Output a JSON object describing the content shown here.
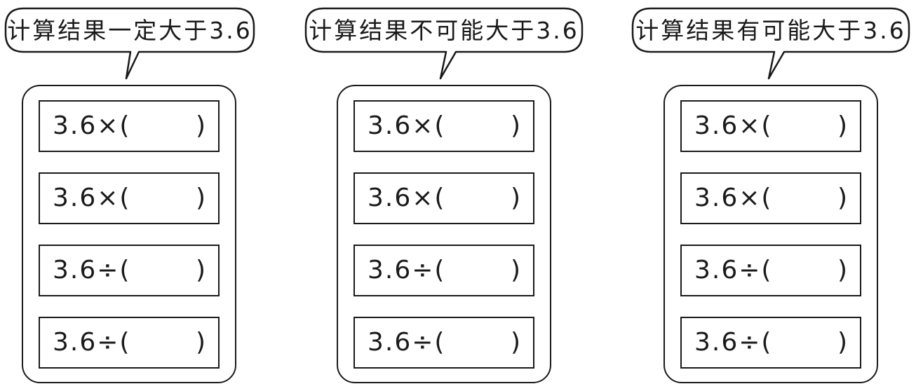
{
  "groups": [
    {
      "bubble_text": "计算结果一定大于3.6",
      "rows": [
        {
          "expression": "3.6×(",
          "close": ")"
        },
        {
          "expression": "3.6×(",
          "close": ")"
        },
        {
          "expression": "3.6÷(",
          "close": ")"
        },
        {
          "expression": "3.6÷(",
          "close": ")"
        }
      ]
    },
    {
      "bubble_text": "计算结果不可能大于3.6",
      "rows": [
        {
          "expression": "3.6×(",
          "close": ")"
        },
        {
          "expression": "3.6×(",
          "close": ")"
        },
        {
          "expression": "3.6÷(",
          "close": ")"
        },
        {
          "expression": "3.6÷(",
          "close": ")"
        }
      ]
    },
    {
      "bubble_text": "计算结果有可能大于3.6",
      "rows": [
        {
          "expression": "3.6×(",
          "close": ")"
        },
        {
          "expression": "3.6×(",
          "close": ")"
        },
        {
          "expression": "3.6÷(",
          "close": ")"
        },
        {
          "expression": "3.6÷(",
          "close": ")"
        }
      ]
    }
  ]
}
